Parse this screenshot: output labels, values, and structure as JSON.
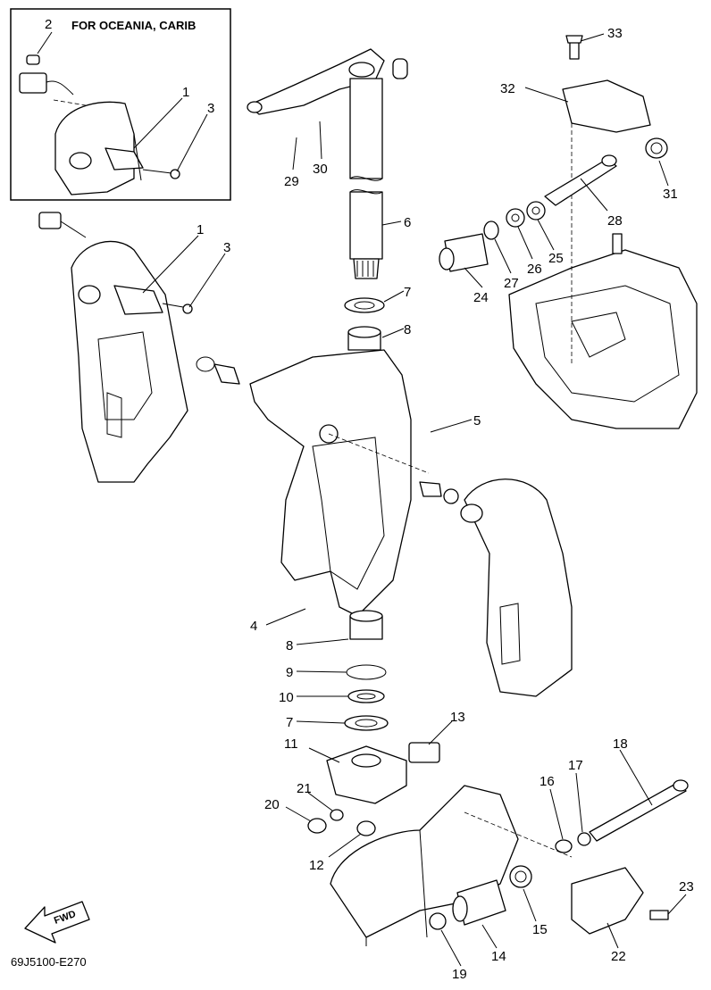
{
  "inset": {
    "title": "FOR OCEANIA, CARIB"
  },
  "diagram_code": "69J5100-E270",
  "fwd_label": "FWD",
  "callouts": [
    "2",
    "1",
    "3",
    "1",
    "3",
    "29",
    "30",
    "6",
    "33",
    "32",
    "31",
    "28",
    "25",
    "26",
    "27",
    "24",
    "7",
    "8",
    "5",
    "4",
    "8",
    "9",
    "10",
    "7",
    "13",
    "11",
    "18",
    "17",
    "16",
    "21",
    "20",
    "12",
    "23",
    "15",
    "22",
    "14",
    "19"
  ]
}
